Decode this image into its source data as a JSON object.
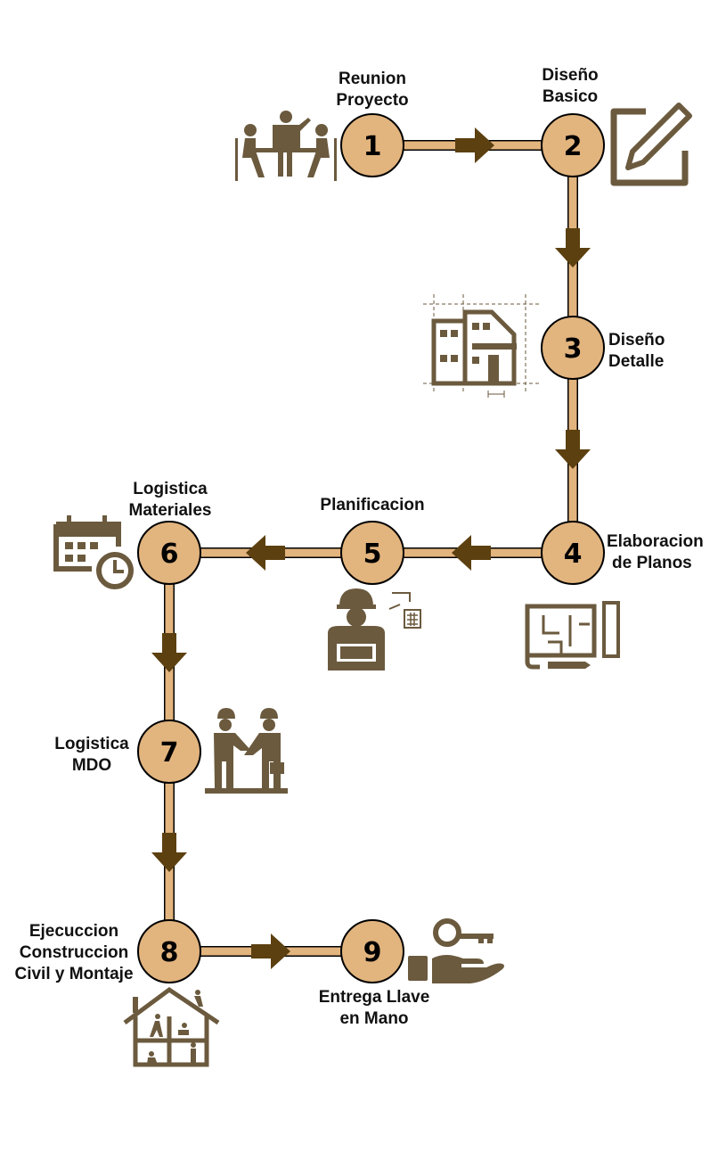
{
  "colors": {
    "circle": "#e2b47e",
    "line": "#e2b47e",
    "arrow": "#5c4010",
    "icon": "#6b5a3e"
  },
  "steps": [
    {
      "number": "1",
      "lines": [
        "Reunion",
        "Proyecto"
      ],
      "icon": "meeting-icon"
    },
    {
      "number": "2",
      "lines": [
        "Diseño",
        "Basico"
      ],
      "icon": "pencil-edit-icon"
    },
    {
      "number": "3",
      "lines": [
        "Diseño",
        "Detalle"
      ],
      "icon": "building-blueprint-icon"
    },
    {
      "number": "4",
      "lines": [
        "Elaboracion",
        "de Planos"
      ],
      "icon": "floor-plan-icon"
    },
    {
      "number": "5",
      "lines": [
        "Planificacion"
      ],
      "icon": "engineer-icon"
    },
    {
      "number": "6",
      "lines": [
        "Logistica",
        "Materiales"
      ],
      "icon": "calendar-clock-icon"
    },
    {
      "number": "7",
      "lines": [
        "Logistica",
        "MDO"
      ],
      "icon": "handshake-icon"
    },
    {
      "number": "8",
      "lines": [
        "Ejecuccion",
        "Construccion",
        "Civil y Montaje"
      ],
      "icon": "house-construction-icon"
    },
    {
      "number": "9",
      "lines": [
        "Entrega Llave",
        "en Mano"
      ],
      "icon": "key-hand-icon"
    }
  ]
}
